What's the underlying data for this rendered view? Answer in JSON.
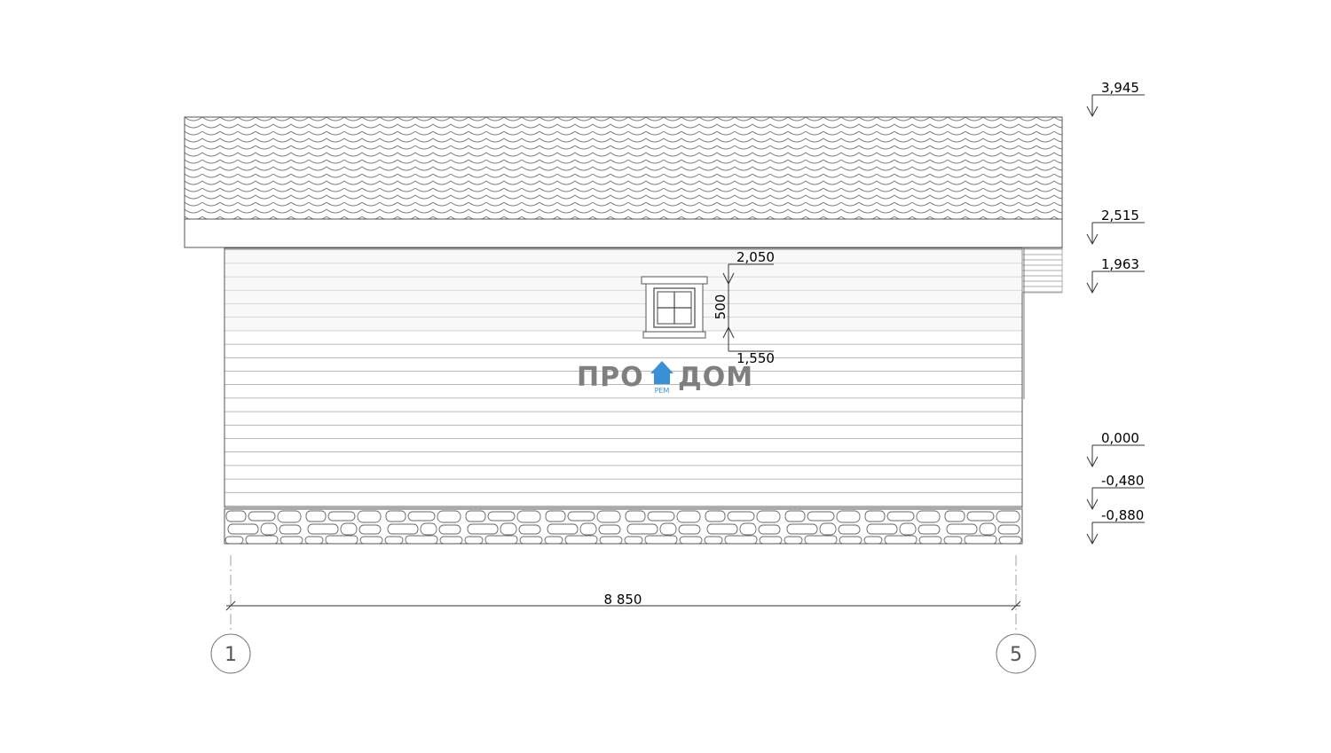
{
  "elevation_marks": [
    "3,945",
    "2,515",
    "1,963",
    "0,000",
    "-0,480",
    "-0,880"
  ],
  "window": {
    "top_mark": "2,050",
    "bottom_mark": "1,550",
    "height_dim": "500"
  },
  "overall_width_dim": "8 850",
  "axes": [
    "1",
    "5"
  ],
  "logo": {
    "left_text": "ПРО",
    "right_text": "ДОМ",
    "sub_text": "РЕМ",
    "accent_color": "#3b8fd6"
  },
  "colors": {
    "line": "#555555",
    "siding_line": "#8a8a8a"
  }
}
